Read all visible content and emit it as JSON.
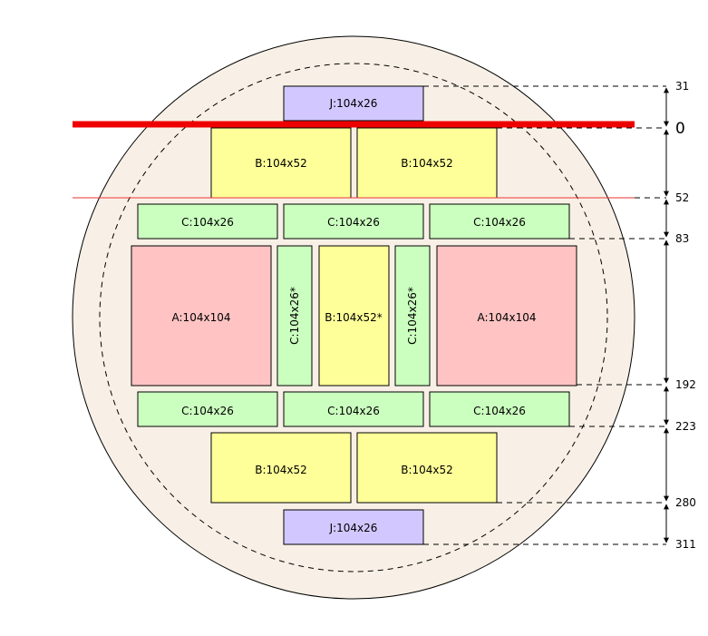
{
  "colors": {
    "wafer_fill": "#f8f0e6",
    "J": "#d2c8ff",
    "B": "#ffff99",
    "C": "#cbffbf",
    "A": "#ffc3c3",
    "thick_line": "#ee0000",
    "thin_line": "#ee3333",
    "stroke": "#000000"
  },
  "blocks": [
    {
      "id": "j-top",
      "type": "J",
      "label": "J:104x26"
    },
    {
      "id": "b-top-left",
      "type": "B",
      "label": "B:104x52"
    },
    {
      "id": "b-top-right",
      "type": "B",
      "label": "B:104x52"
    },
    {
      "id": "c-top-1",
      "type": "C",
      "label": "C:104x26"
    },
    {
      "id": "c-top-2",
      "type": "C",
      "label": "C:104x26"
    },
    {
      "id": "c-top-3",
      "type": "C",
      "label": "C:104x26"
    },
    {
      "id": "a-left",
      "type": "A",
      "label": "A:104x104"
    },
    {
      "id": "c-vert-left",
      "type": "C",
      "label": "C:104x26*",
      "rotated": true
    },
    {
      "id": "b-center",
      "type": "B",
      "label": "B:104x52*",
      "rotated": true
    },
    {
      "id": "c-vert-right",
      "type": "C",
      "label": "C:104x26*",
      "rotated": true
    },
    {
      "id": "a-right",
      "type": "A",
      "label": "A:104x104"
    },
    {
      "id": "c-bot-1",
      "type": "C",
      "label": "C:104x26"
    },
    {
      "id": "c-bot-2",
      "type": "C",
      "label": "C:104x26"
    },
    {
      "id": "c-bot-3",
      "type": "C",
      "label": "C:104x26"
    },
    {
      "id": "b-bot-left",
      "type": "B",
      "label": "B:104x52"
    },
    {
      "id": "b-bot-right",
      "type": "B",
      "label": "B:104x52"
    },
    {
      "id": "j-bot",
      "type": "J",
      "label": "J:104x26"
    }
  ],
  "dimension_labels": [
    "31",
    "0",
    "52",
    "83",
    "192",
    "223",
    "280",
    "311"
  ]
}
